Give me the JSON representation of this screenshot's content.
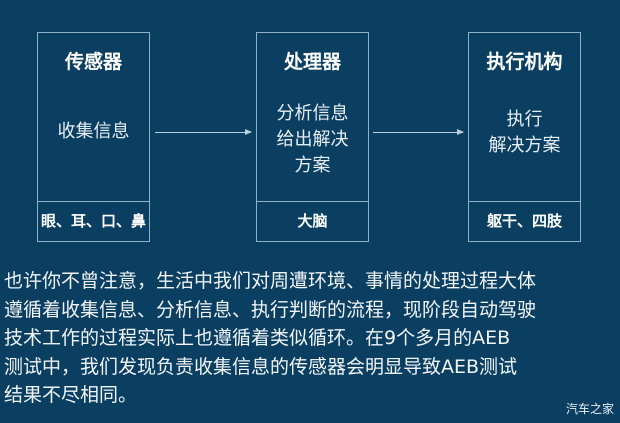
{
  "diagram": {
    "boxes": [
      {
        "title": "传感器",
        "body": [
          "收集信息"
        ],
        "footer": "眼、耳、口、鼻"
      },
      {
        "title": "处理器",
        "body": [
          "分析信息",
          "给出解决",
          "方案"
        ],
        "footer": "大脑"
      },
      {
        "title": "执行机构",
        "body": [
          "执行",
          "解决方案"
        ],
        "footer": "躯干、四肢"
      }
    ],
    "arrows": [
      {
        "from": "传感器",
        "to": "处理器"
      },
      {
        "from": "处理器",
        "to": "执行机构"
      }
    ]
  },
  "paragraph": {
    "lines": [
      "也许你不曾注意，生活中我们对周遭环境、事情的处理过程大体",
      "遵循着收集信息、分析信息、执行判断的流程，现阶段自动驾驶",
      "技术工作的过程实际上也遵循着类似循环。在9个多月的AEB",
      "测试中，我们发现负责收集信息的传感器会明显导致AEB测试",
      "结果不尽相同。"
    ]
  },
  "watermark": "汽车之家",
  "colors": {
    "background": "#0b3f62",
    "border": "#8fb0c8",
    "text": "#ffffff"
  }
}
